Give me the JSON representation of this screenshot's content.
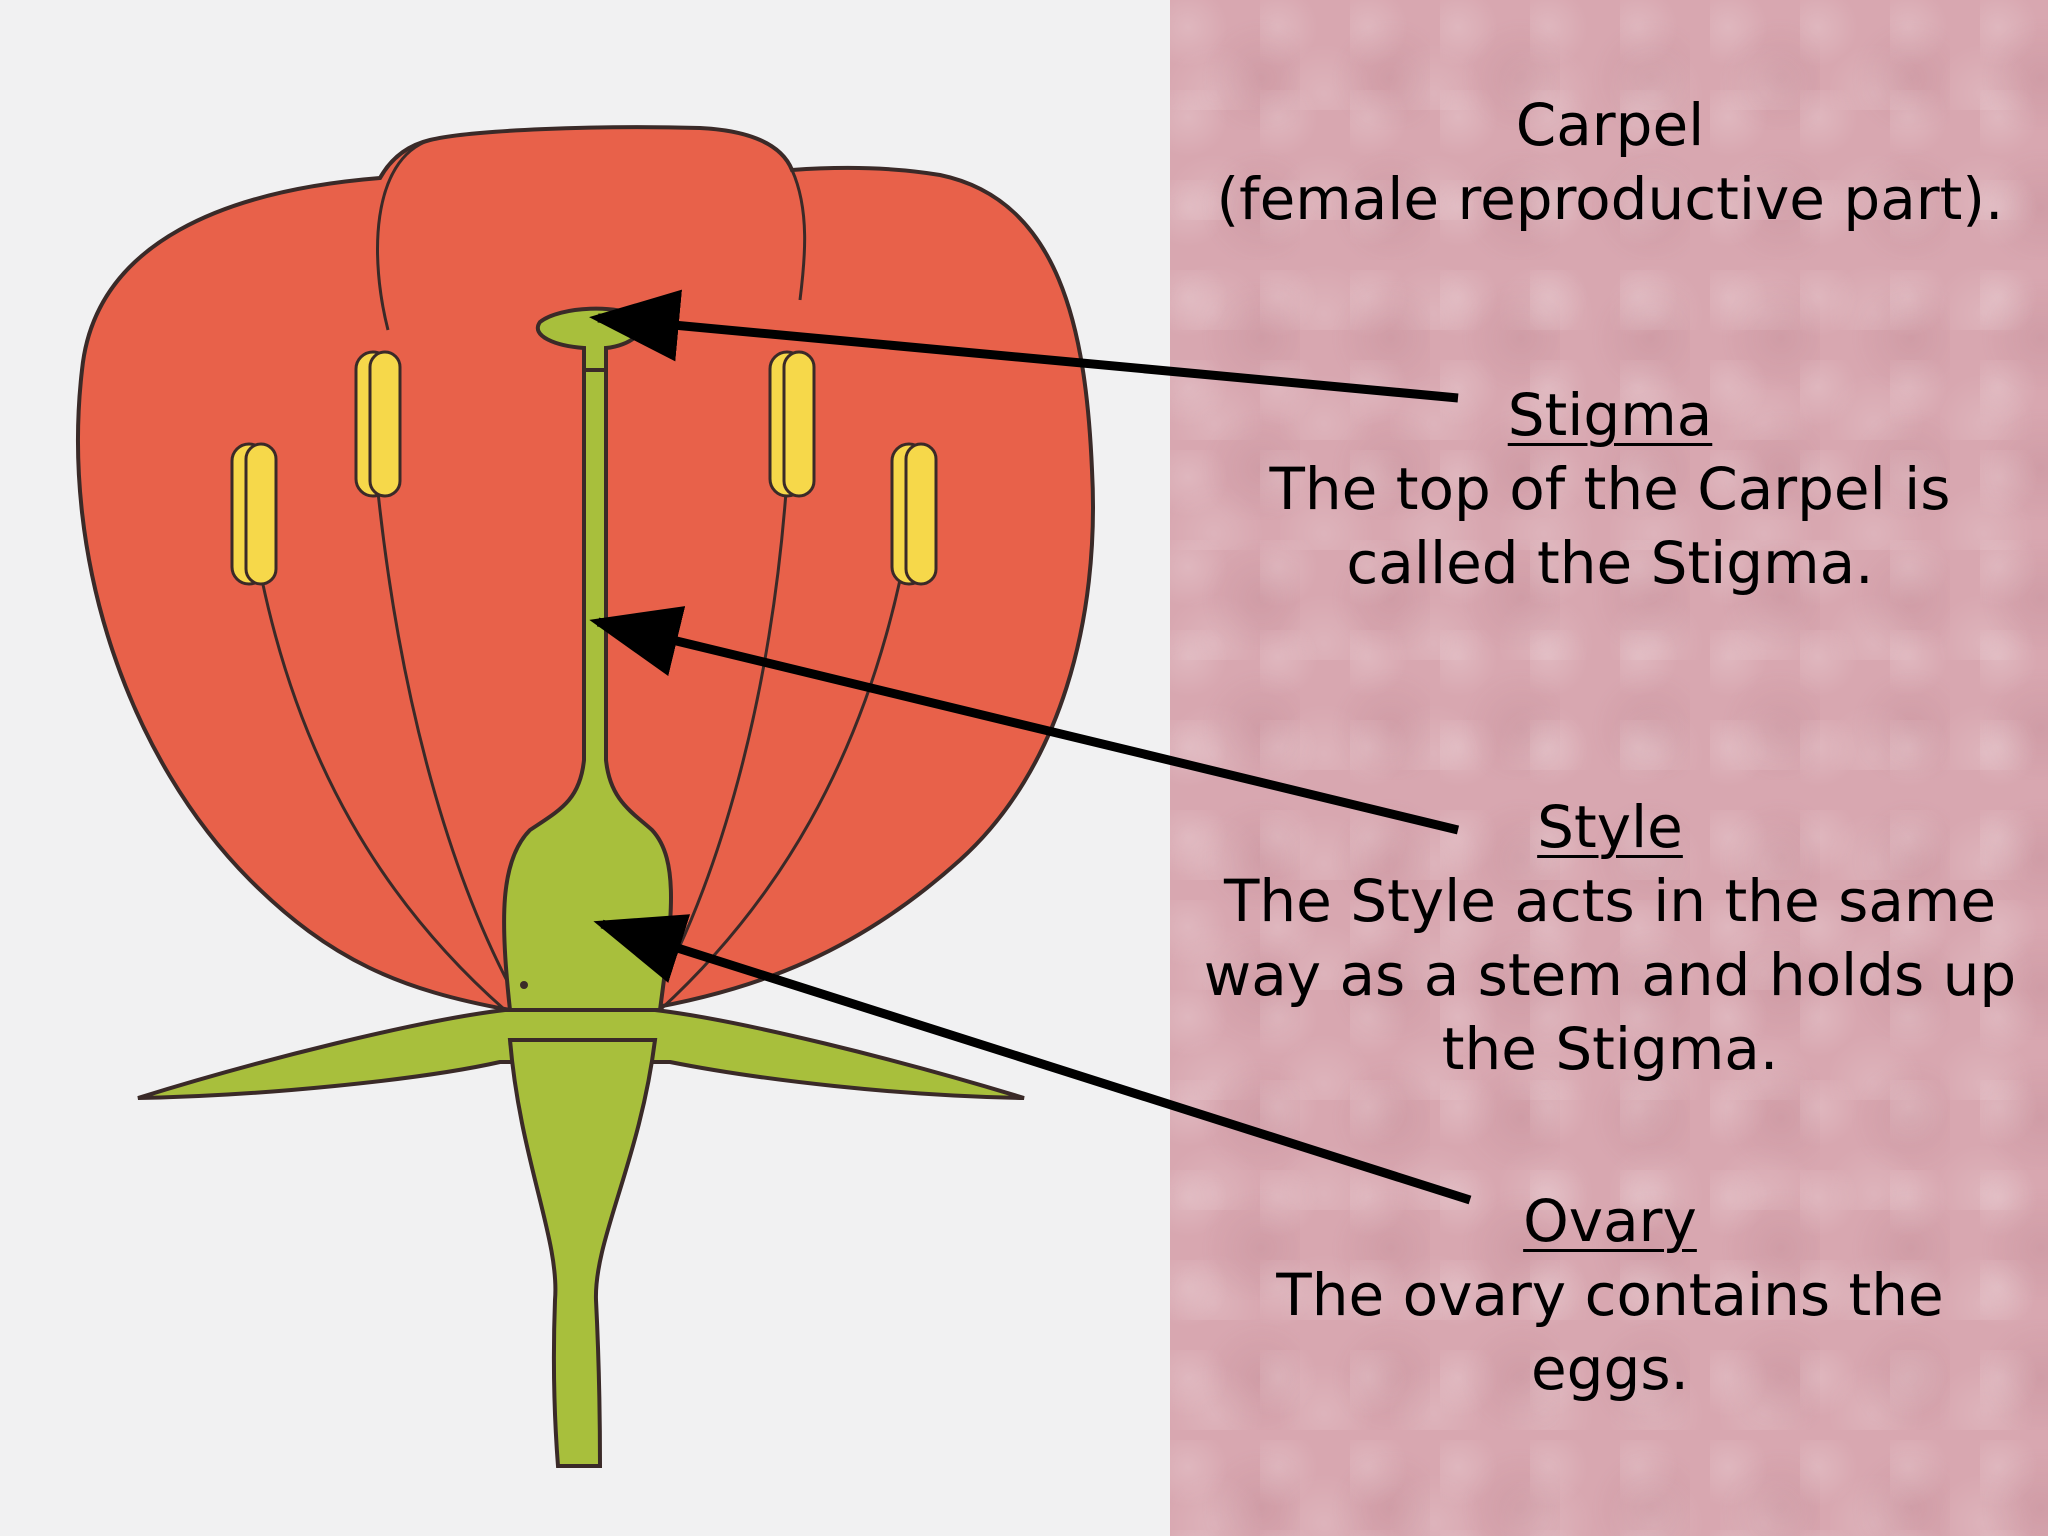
{
  "title": {
    "line1": "Carpel",
    "line2": "(female reproductive part)."
  },
  "labels": {
    "stigma": {
      "heading": "Stigma",
      "line1": "The top of the Carpel is",
      "line2": "called the Stigma."
    },
    "style": {
      "heading": "Style",
      "line1": "The Style acts in the same",
      "line2": "way as a stem and holds up",
      "line3": "the Stigma."
    },
    "ovary": {
      "heading": "Ovary",
      "line1": "The ovary contains the",
      "line2": "eggs."
    }
  },
  "colors": {
    "petal": "#e8614a",
    "petal_outline": "#3a2a28",
    "carpel": "#a8bf3c",
    "anther": "#f6d84a",
    "right_panel": "#d8a7b0",
    "arrow": "#000000"
  },
  "icons": {
    "flower": "flower-diagram-icon",
    "arrow": "arrow-left-icon"
  }
}
